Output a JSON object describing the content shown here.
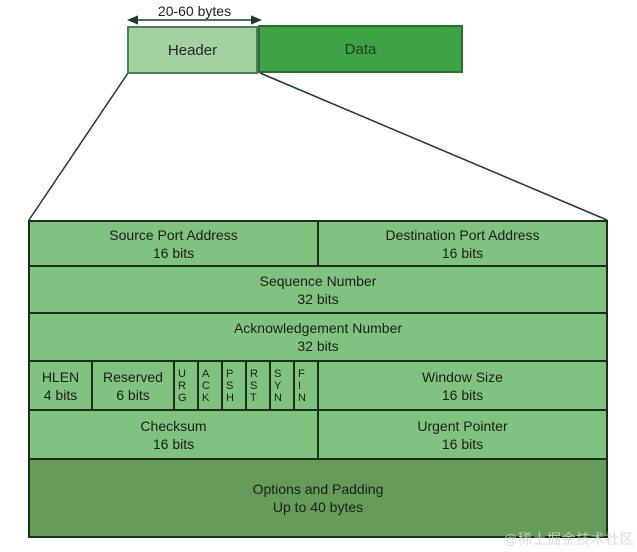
{
  "top": {
    "size_label": "20-60 bytes",
    "header_label": "Header",
    "data_label": "Data"
  },
  "table": {
    "rows": [
      {
        "cells": [
          "Source Port Address\n16 bits",
          "Destination Port Address\n16 bits"
        ]
      },
      {
        "cells": [
          "Sequence Number\n32 bits"
        ]
      },
      {
        "cells": [
          "Acknowledgement Number\n32 bits"
        ]
      },
      {
        "cells": [
          "HLEN\n4 bits",
          "Reserved\n6 bits",
          "U\nR\nG",
          "A\nC\nK",
          "P\nS\nH",
          "R\nS\nT",
          "S\nY\nN",
          "F\nI\nN",
          "Window Size\n16 bits"
        ]
      },
      {
        "cells": [
          "Checksum\n16 bits",
          "Urgent Pointer\n16 bits"
        ]
      },
      {
        "cells": [
          "Options and Padding\nUp to 40 bytes"
        ]
      }
    ]
  },
  "watermark": "@稀土掘金技术社区",
  "colors": {
    "header_fill": "#a2d0a0",
    "data_fill": "#3da344",
    "cell_fill": "#80c380",
    "options_fill": "#669c59",
    "table_border": "#1c2e1c",
    "line_color": "#1f3a26"
  }
}
